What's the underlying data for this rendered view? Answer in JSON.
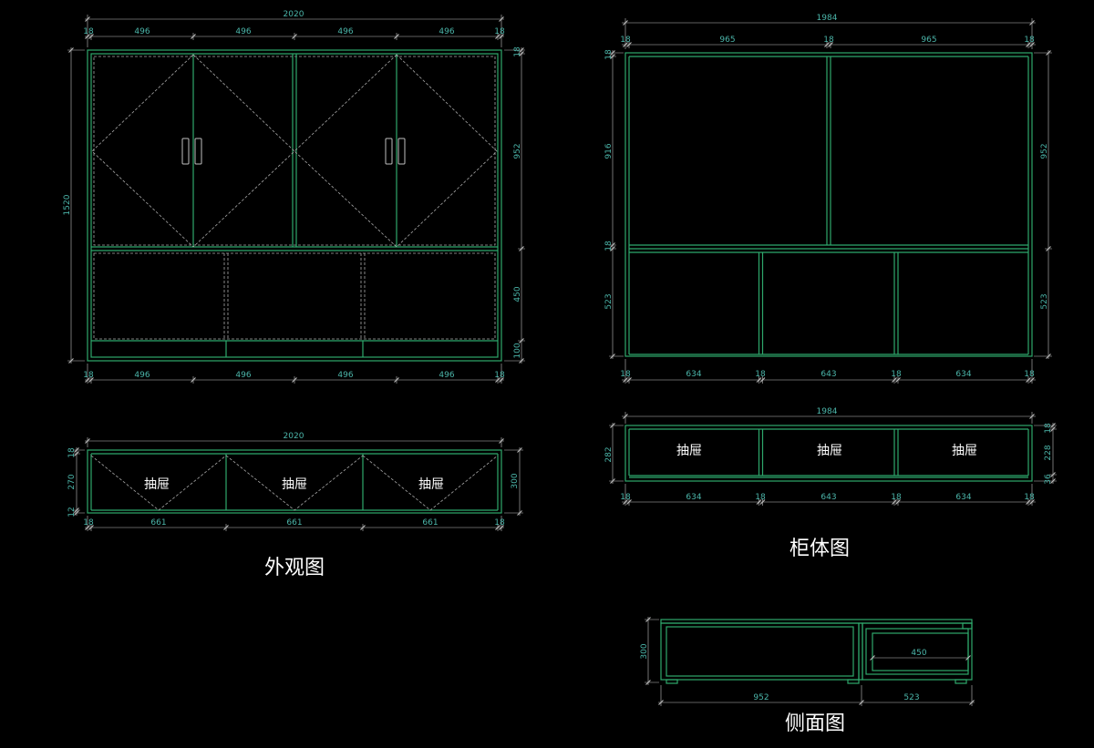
{
  "colors": {
    "background": "#000000",
    "panel_line": "#2ea86c",
    "hidden_line": "#a8a8a8",
    "dimension_line": "#bfbfbf",
    "dimension_text": "#4bb5a9",
    "label_text": "#ffffff"
  },
  "exterior_view": {
    "title": "外观图",
    "front": {
      "overall_width": "2020",
      "top_segments": [
        "18",
        "496",
        "496",
        "496",
        "496",
        "18"
      ],
      "overall_height": "1520",
      "right_segments": [
        "18",
        "952",
        "450",
        "100"
      ],
      "bottom_segments": [
        "18",
        "496",
        "496",
        "496",
        "496",
        "18"
      ]
    },
    "drawer_section": {
      "overall_width": "2020",
      "left_segments": [
        "18",
        "270",
        "12"
      ],
      "overall_height": "300",
      "bottom_segments": [
        "18",
        "661",
        "661",
        "661",
        "18"
      ],
      "drawer_labels": [
        "抽屉",
        "抽屉",
        "抽屉"
      ]
    }
  },
  "body_view": {
    "title": "柜体图",
    "front": {
      "overall_width": "1984",
      "top_segments": [
        "18",
        "965",
        "18",
        "965",
        "18"
      ],
      "left_segments": [
        "18",
        "916",
        "18",
        "523"
      ],
      "right_segments": [
        "952",
        "523"
      ],
      "bottom_segments": [
        "18",
        "634",
        "18",
        "643",
        "18",
        "634",
        "18"
      ]
    },
    "drawer_section": {
      "overall_width": "1984",
      "overall_height": "282",
      "right_segments": [
        "18",
        "228",
        "36"
      ],
      "bottom_segments": [
        "18",
        "634",
        "18",
        "643",
        "18",
        "634",
        "18"
      ],
      "drawer_labels": [
        "抽屉",
        "抽屉",
        "抽屉"
      ]
    }
  },
  "side_view": {
    "title": "侧面图",
    "height": "300",
    "drawer_depth": "450",
    "bottom_segments": [
      "952",
      "523"
    ]
  }
}
